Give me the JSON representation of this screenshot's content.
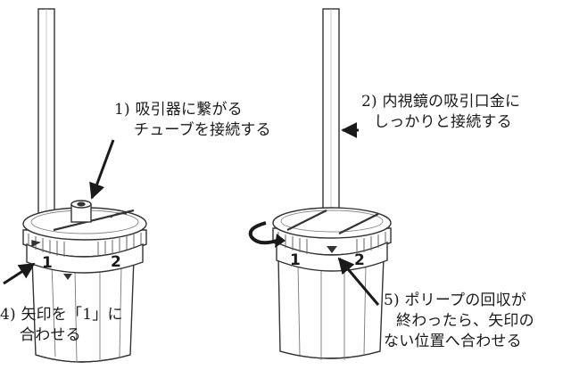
{
  "colors": {
    "line": "#1a1a1a",
    "outline": "#333333",
    "fill": "#ffffff",
    "hatch": "#bbbbbb"
  },
  "left_device": {
    "dial_numbers": [
      "1",
      "2"
    ],
    "label": {
      "line1": "1) 吸引器に繋がる",
      "line2": "チューブを接続する"
    },
    "bottom_label": {
      "line1": "4) 矢印を「1」に",
      "line2": "合わせる"
    }
  },
  "right_device": {
    "dial_numbers": [
      "1",
      "2"
    ],
    "label": {
      "line1": "2) 内視鏡の吸引口金に",
      "line2": "しっかりと接続する"
    },
    "bottom_label": {
      "line1": "5) ポリープの回収が",
      "line2": "終わったら、矢印の",
      "line3": "ない位置へ合わせる"
    }
  },
  "icons": {
    "pointer_arrows": "arrow-icon",
    "rotate": "rotate-arrow-icon"
  }
}
